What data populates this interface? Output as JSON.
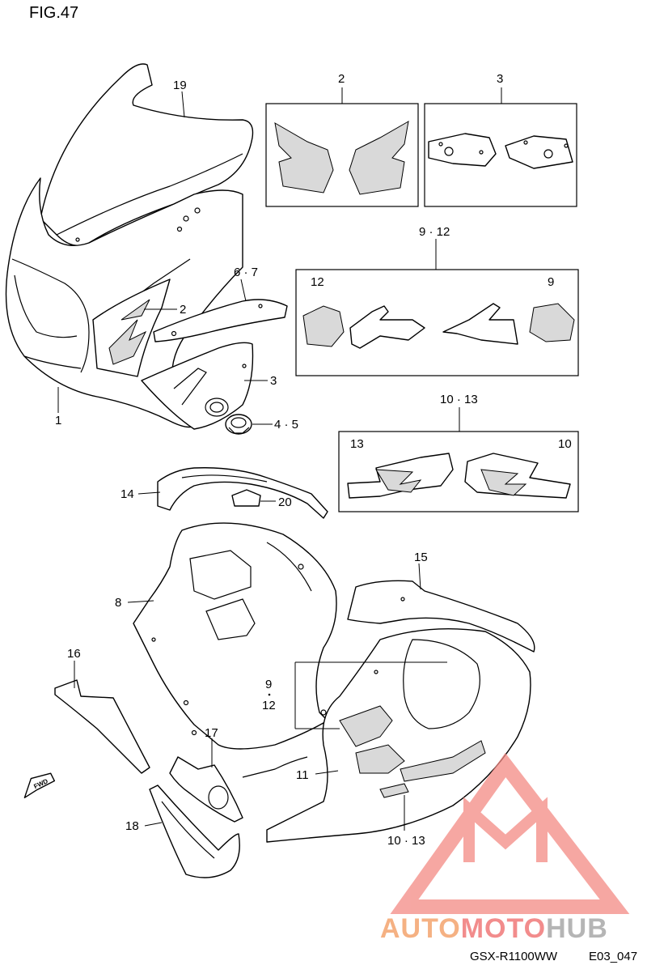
{
  "figure": {
    "title": "FIG.47",
    "model_code": "GSX-R1100WW",
    "page_code": "E03_047"
  },
  "watermark": {
    "text_auto": "AUTO",
    "text_moto": "MOTO",
    "text_hub": "HUB",
    "colors": {
      "auto": "#f5b183",
      "moto": "#f28c8c",
      "hub": "#b5b5b5",
      "logo": "#f38a84"
    }
  },
  "direction_marker": {
    "text": "FWD"
  },
  "callouts": {
    "c19": "19",
    "c2_top": "2",
    "c3_top": "3",
    "c9_12_top": "9 · 12",
    "c12_box": "12",
    "c9_box": "9",
    "c6_7": "6 · 7",
    "c2_mid": "2",
    "c3_mid": "3",
    "c1": "1",
    "c4_5": "4 · 5",
    "c10_13_top": "10 · 13",
    "c13_box": "13",
    "c10_box": "10",
    "c14": "14",
    "c20": "20",
    "c15": "15",
    "c8": "8",
    "c16": "16",
    "c9_low": "9",
    "c12_low": "12",
    "c17": "17",
    "c11": "11",
    "c18": "18",
    "c10_13_low": "10 · 13"
  }
}
